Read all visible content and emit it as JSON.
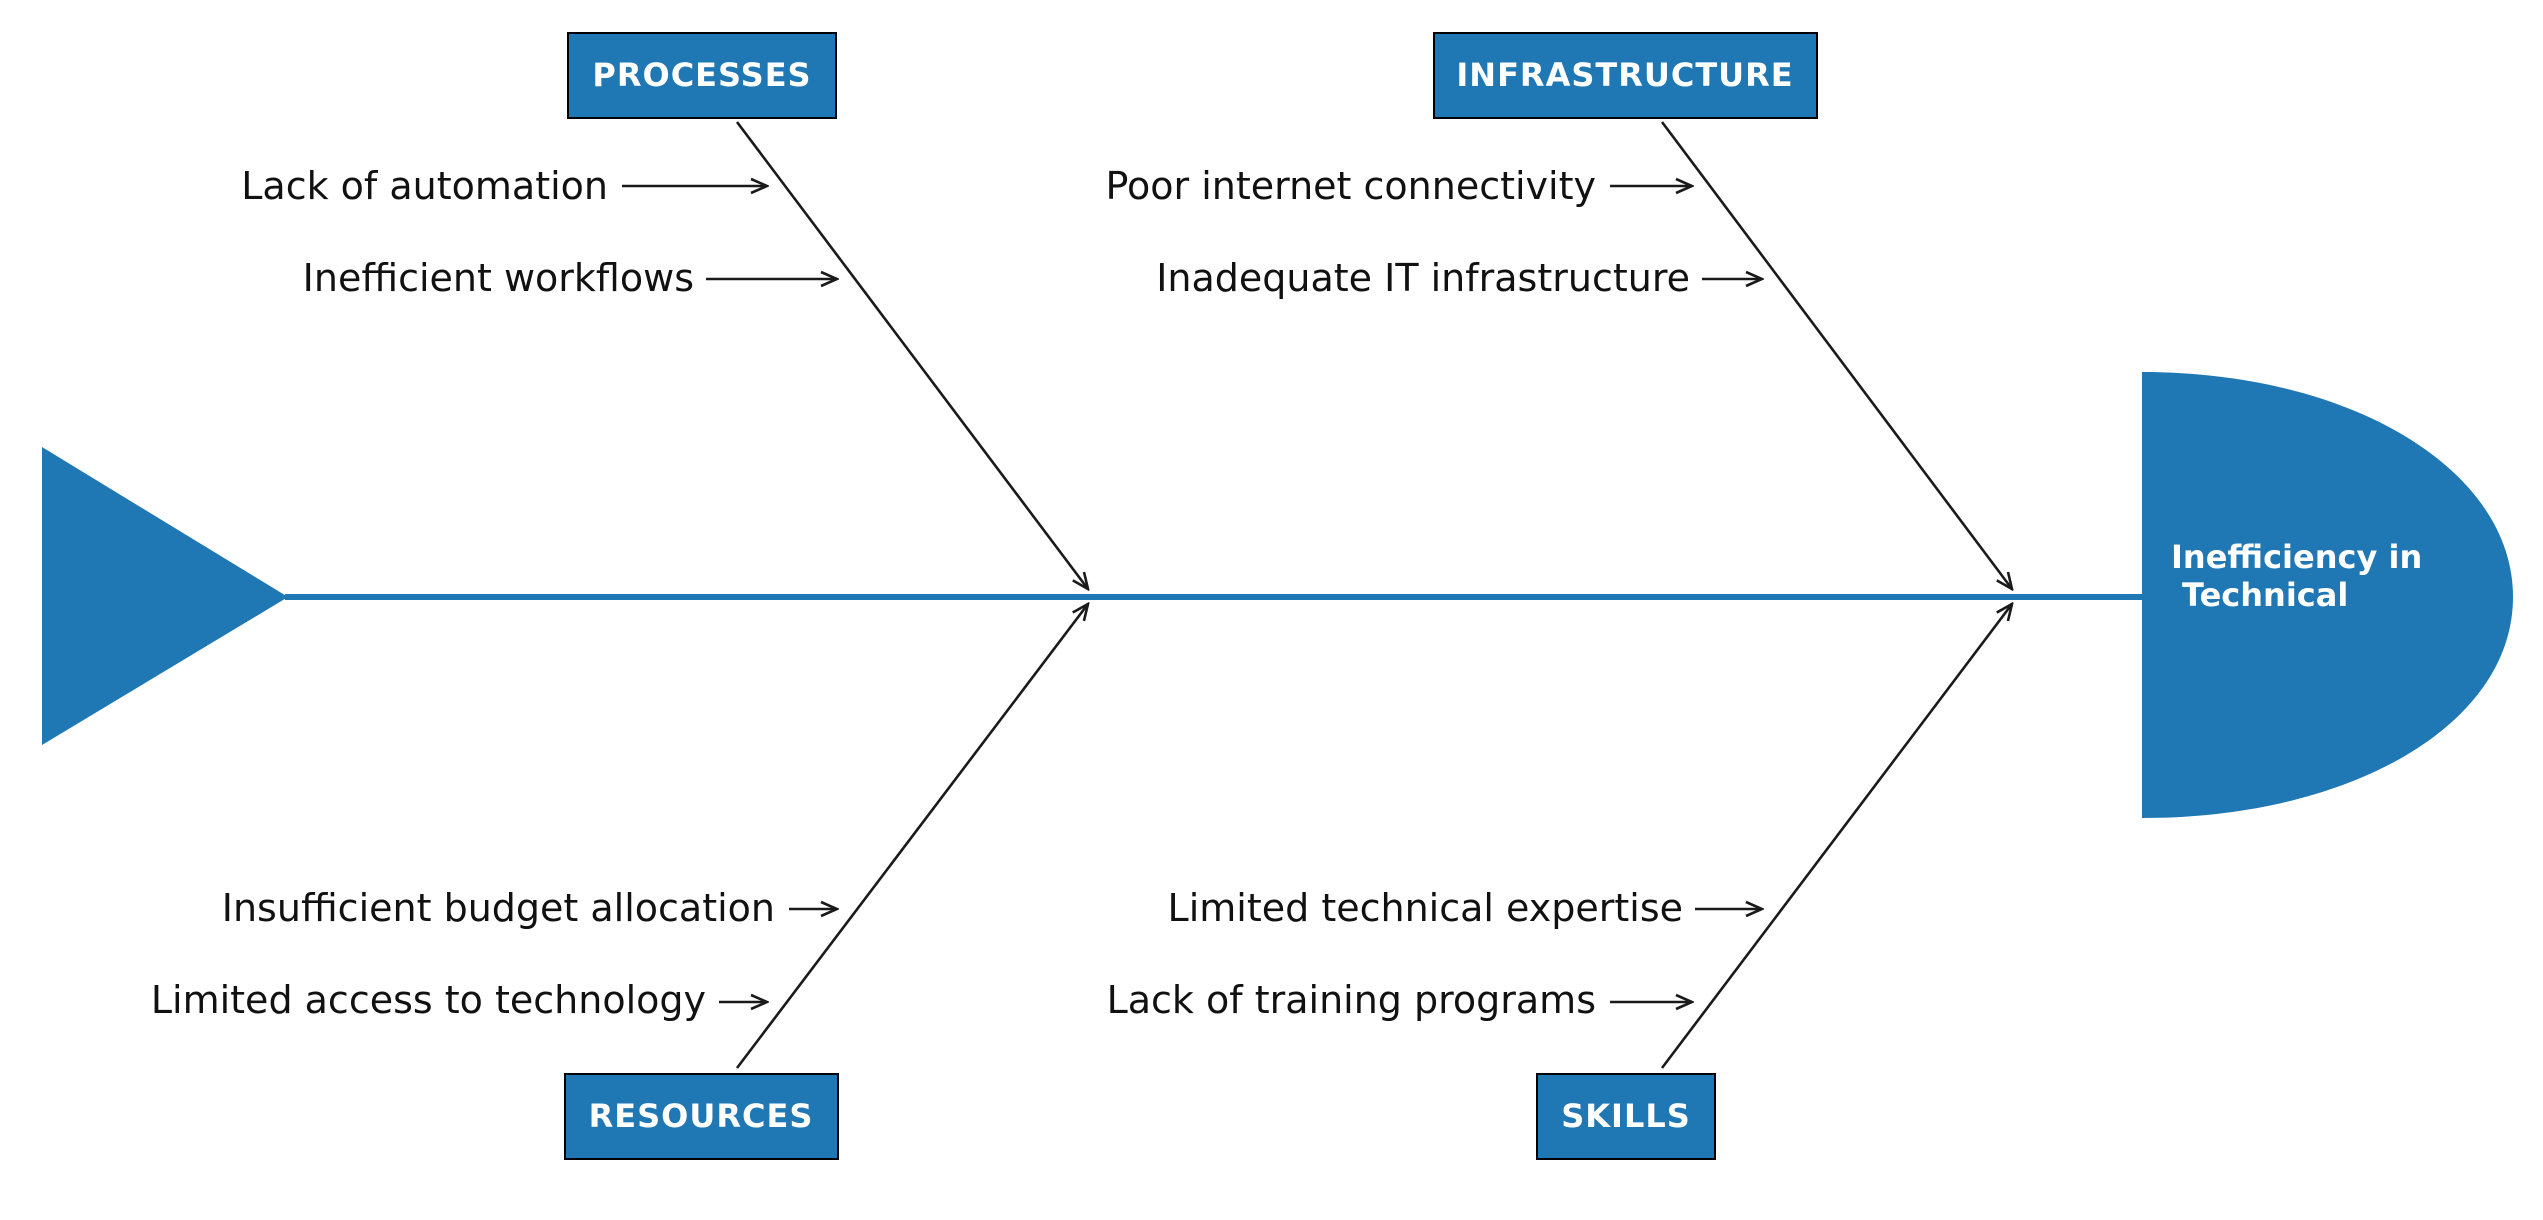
{
  "colors": {
    "accent": "#1f77b4",
    "line": "#1a1a1a",
    "text": "#111111",
    "label_text": "#ffffff",
    "box_border": "#000000",
    "background": "#ffffff"
  },
  "problem": {
    "lines": [
      "Inefficiency in",
      "Technical"
    ]
  },
  "categories": [
    {
      "id": "processes",
      "label": "PROCESSES",
      "causes": [
        "Lack of automation",
        "Inefficient workflows"
      ]
    },
    {
      "id": "infrastructure",
      "label": "INFRASTRUCTURE",
      "causes": [
        "Poor internet connectivity",
        "Inadequate IT infrastructure"
      ]
    },
    {
      "id": "resources",
      "label": "RESOURCES",
      "causes": [
        "Insufficient budget allocation",
        "Limited access to technology"
      ]
    },
    {
      "id": "skills",
      "label": "SKILLS",
      "causes": [
        "Limited technical expertise",
        "Lack of training programs"
      ]
    }
  ]
}
